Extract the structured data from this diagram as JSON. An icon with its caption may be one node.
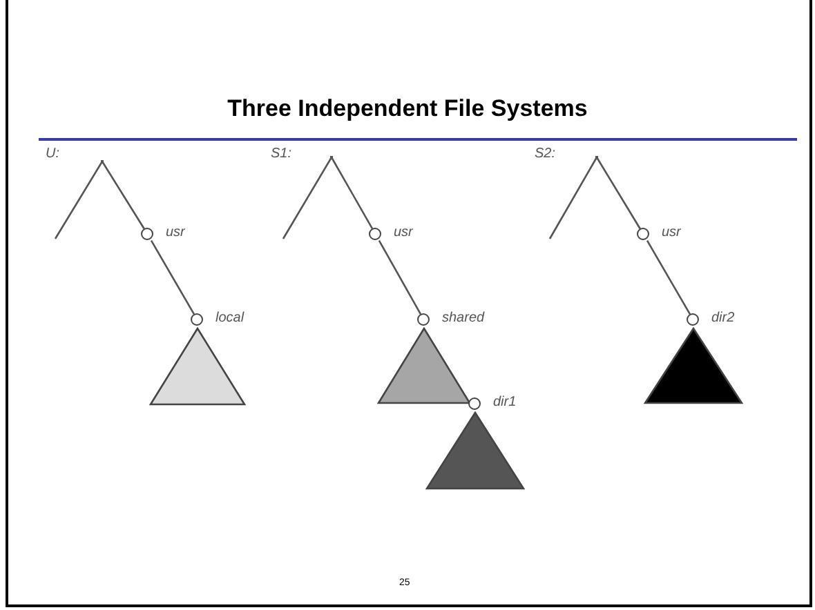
{
  "diagram": {
    "title": "Three Independent File Systems",
    "nodes": [
      {
        "text": [],
        "shape": "point"
      },
      {
        "text": [],
        "shape": "circle",
        "beside": [
          "usr"
        ]
      },
      {
        "text": [],
        "shape": "circle",
        "beside": [
          "local"
        ]
      },
      {
        "text": [],
        "shape": "triangle"
      },
      {
        "text": [],
        "shape": "point"
      },
      {
        "text": [],
        "shape": "circle",
        "beside": [
          "usr"
        ]
      },
      {
        "text": [],
        "shape": "circle",
        "beside": [
          "shared"
        ]
      },
      {
        "text": [],
        "shape": "triangle"
      },
      {
        "text": [],
        "shape": "circle",
        "beside": [
          "dir1"
        ]
      },
      {
        "text": [],
        "shape": "triangle"
      },
      {
        "text": [],
        "shape": "point"
      },
      {
        "text": [],
        "shape": "circle",
        "beside": [
          "usr"
        ]
      },
      {
        "text": [],
        "shape": "circle",
        "beside": [
          "dir2"
        ]
      },
      {
        "text": [],
        "shape": "triangle"
      }
    ],
    "edges": [
      {
        "from": 0,
        "to": 1,
        "arrow": "none"
      },
      {
        "from": 0,
        "to": null,
        "arrow": "none"
      },
      {
        "from": 1,
        "to": 2,
        "arrow": "none"
      },
      {
        "from": 4,
        "to": 5,
        "arrow": "none"
      },
      {
        "from": 4,
        "to": null,
        "arrow": "none"
      },
      {
        "from": 5,
        "to": 6,
        "arrow": "none"
      },
      {
        "from": 10,
        "to": 11,
        "arrow": "none"
      },
      {
        "from": 10,
        "to": null,
        "arrow": "none"
      },
      {
        "from": 11,
        "to": 12,
        "arrow": "none"
      }
    ],
    "labels": [
      "U:",
      "S1:",
      "S2:",
      "25"
    ]
  }
}
